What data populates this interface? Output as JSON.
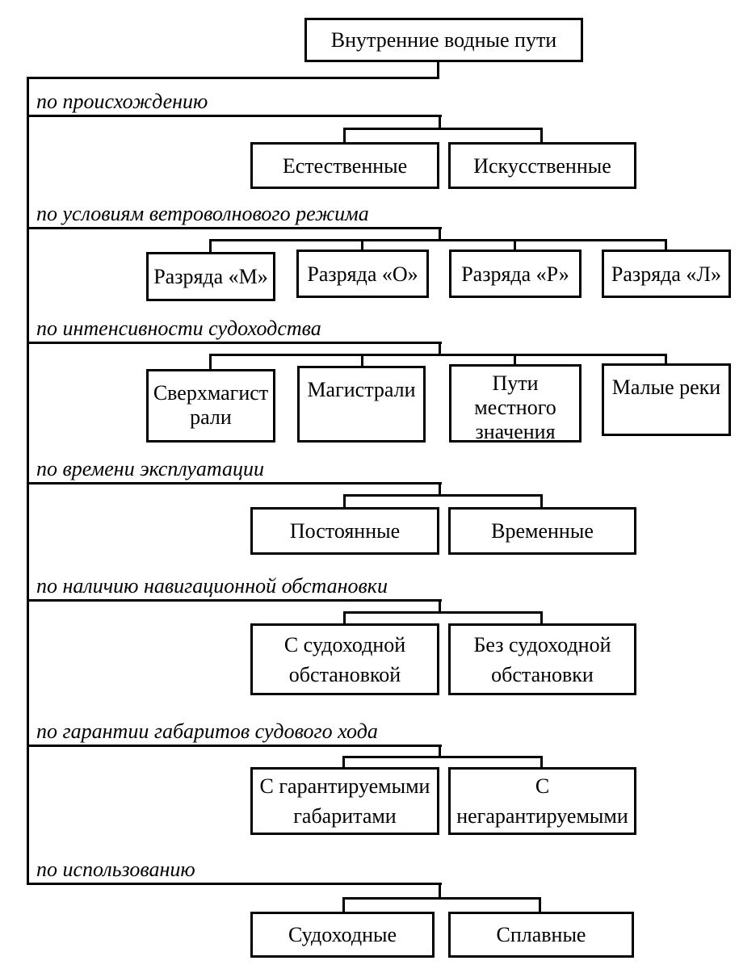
{
  "diagram": {
    "root": "Внутренние водные пути",
    "sections": [
      {
        "category": "по происхождению",
        "children": [
          "Естественные",
          "Искусственные"
        ]
      },
      {
        "category": "по условиям ветроволнового режима",
        "children": [
          "Разряда «М»",
          "Разряда «О»",
          "Разряда «Р»",
          "Разряда «Л»"
        ]
      },
      {
        "category": "по интенсивности судоходства",
        "children": [
          "Сверхмагист\nрали",
          "Магистрали",
          "Пути\nместного\nзначения",
          "Малые реки"
        ]
      },
      {
        "category": "по времени эксплуатации",
        "children": [
          "Постоянные",
          "Временные"
        ]
      },
      {
        "category": "по наличию навигационной обстановки",
        "children": [
          "С судоходной\nобстановкой",
          "Без судоходной\nобстановки"
        ]
      },
      {
        "category": "по гарантии габаритов судового хода",
        "children": [
          "С гарантируемыми\nгабаритами",
          "С\nнегарантируемыми"
        ]
      },
      {
        "category": "по использованию",
        "children": [
          "Судоходные",
          "Сплавные"
        ]
      }
    ],
    "colors": {
      "line": "#000000",
      "text": "#000000",
      "background": "#ffffff"
    }
  }
}
